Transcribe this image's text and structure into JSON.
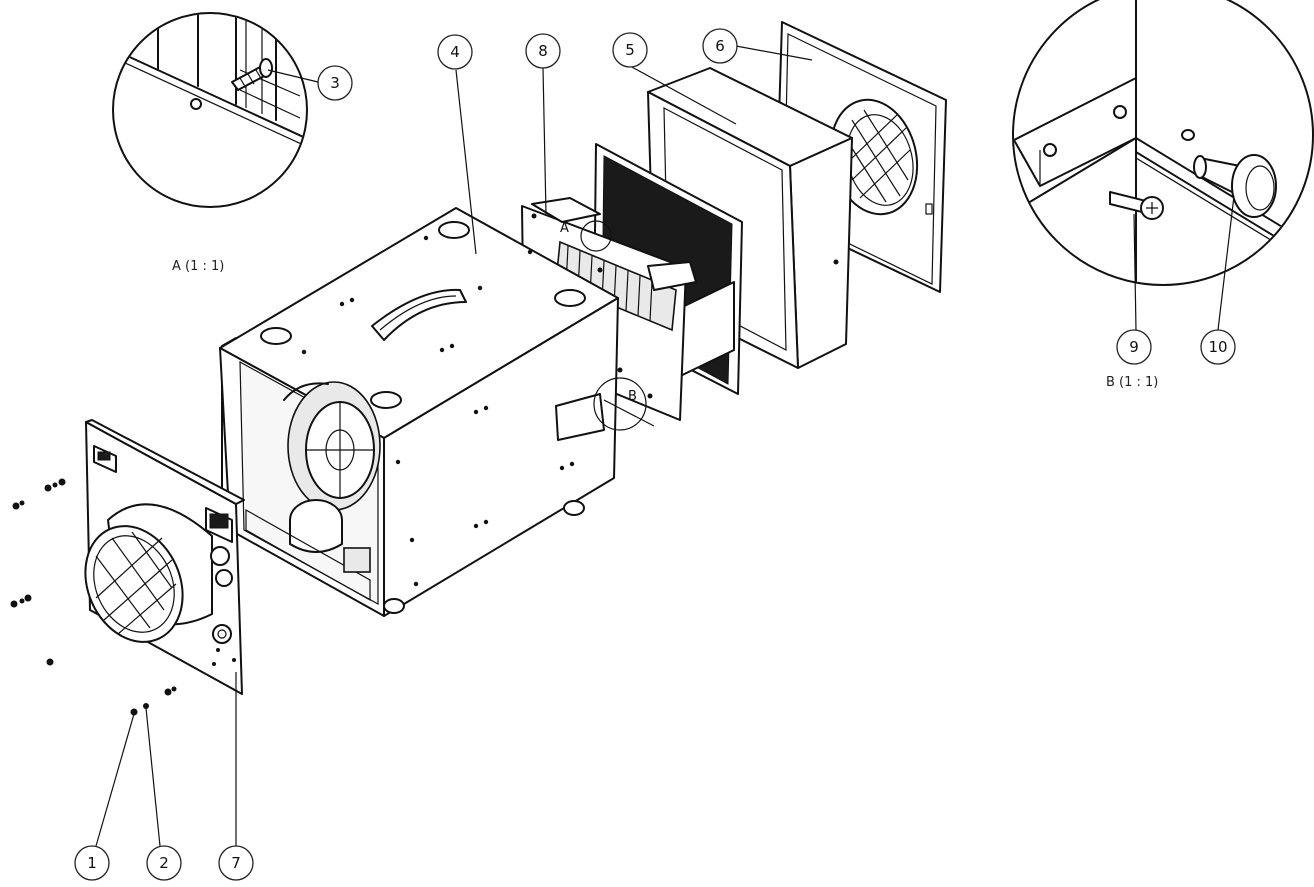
{
  "callouts": [
    {
      "label": "1"
    },
    {
      "label": "2"
    },
    {
      "label": "3"
    },
    {
      "label": "4"
    },
    {
      "label": "5"
    },
    {
      "label": "6"
    },
    {
      "label": "7"
    },
    {
      "label": "8"
    },
    {
      "label": "9"
    },
    {
      "label": "10"
    }
  ],
  "details": {
    "a": {
      "caption": "A (1 : 1)",
      "marker": "A"
    },
    "b": {
      "caption": "B (1 : 1)",
      "marker": "B"
    }
  }
}
